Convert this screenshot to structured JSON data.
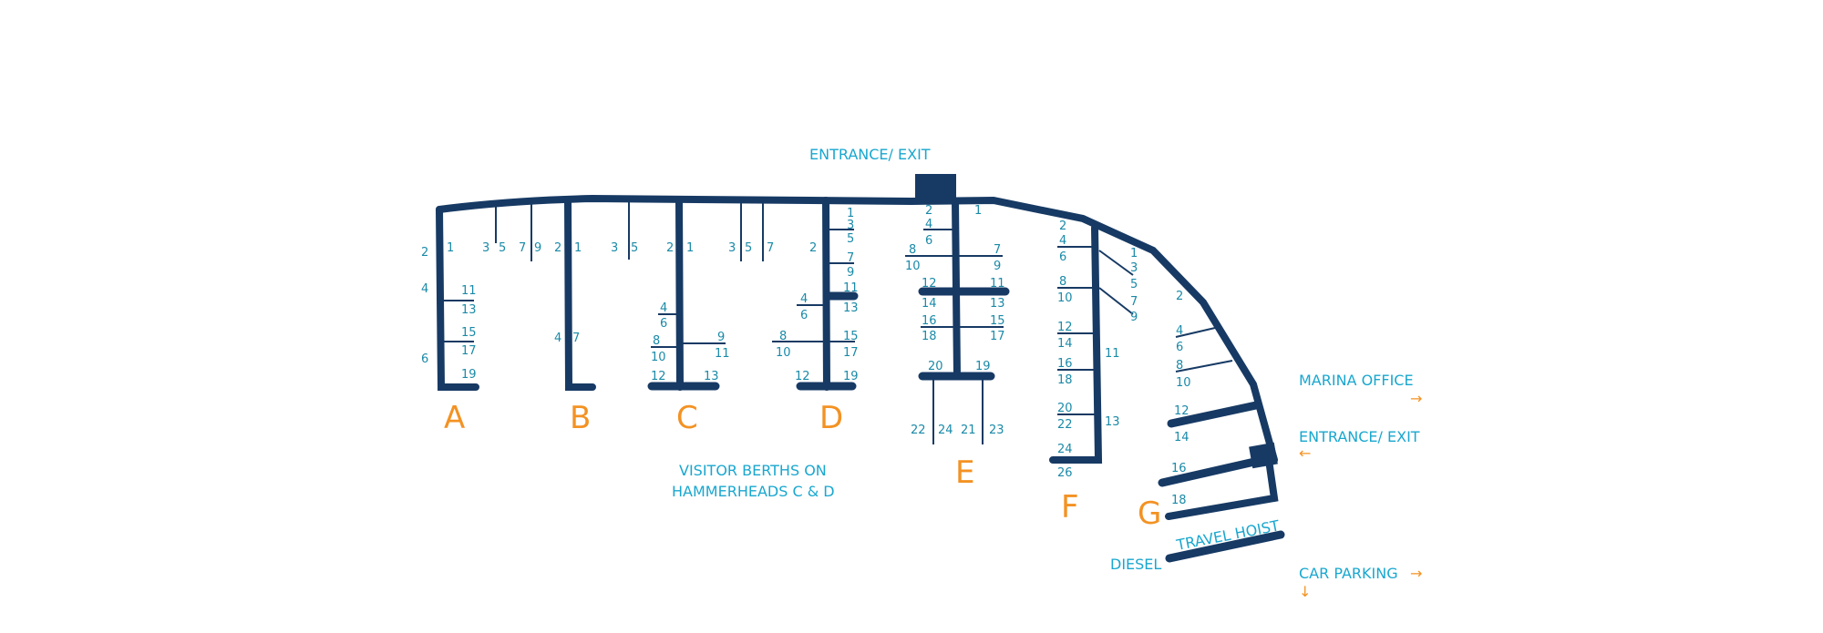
{
  "map": {
    "top_entrance_label": "ENTRANCE/ EXIT",
    "visitor_note": [
      "VISITOR BERTHS ON",
      "HAMMERHEADS C & D"
    ],
    "marina_office": "MARINA OFFICE",
    "side_entrance": "ENTRANCE/ EXIT",
    "car_parking": "CAR PARKING",
    "diesel": "DIESEL",
    "travel_hoist": "TRAVEL HOIST",
    "arrows": {
      "right": "→",
      "left": "←",
      "down": "↓"
    },
    "colors": {
      "pier": "#173a64",
      "berth_numbers": "#1a8aa8",
      "pontoon_letters": "#f39223",
      "labels": "#19a7cf"
    }
  },
  "pontoons": {
    "A": {
      "letter": "A",
      "berths": [
        "1",
        "2",
        "3",
        "5",
        "7",
        "9",
        "4",
        "11",
        "13",
        "15",
        "17",
        "6",
        "19"
      ]
    },
    "B": {
      "letter": "B",
      "berths": [
        "2",
        "1",
        "3",
        "5",
        "4",
        "7"
      ]
    },
    "C": {
      "letter": "C",
      "berths": [
        "2",
        "1",
        "3",
        "5",
        "7",
        "4",
        "6",
        "8",
        "10",
        "9",
        "11",
        "12",
        "13"
      ]
    },
    "D": {
      "letter": "D",
      "berths": [
        "2",
        "1",
        "3",
        "5",
        "7",
        "9",
        "11",
        "13",
        "4",
        "6",
        "8",
        "10",
        "15",
        "17",
        "12",
        "19"
      ]
    },
    "E": {
      "letter": "E",
      "berths": [
        "2",
        "1",
        "4",
        "6",
        "8",
        "10",
        "7",
        "9",
        "12",
        "11",
        "14",
        "13",
        "16",
        "18",
        "15",
        "17",
        "20",
        "19",
        "22",
        "24",
        "21",
        "23"
      ]
    },
    "F": {
      "letter": "F",
      "berths": [
        "2",
        "4",
        "6",
        "1",
        "3",
        "5",
        "7",
        "9",
        "8",
        "10",
        "12",
        "14",
        "11",
        "16",
        "18",
        "20",
        "22",
        "13",
        "24",
        "26"
      ]
    },
    "G": {
      "letter": "G",
      "berths": [
        "2",
        "4",
        "6",
        "8",
        "10",
        "12",
        "14",
        "16",
        "18"
      ]
    }
  }
}
